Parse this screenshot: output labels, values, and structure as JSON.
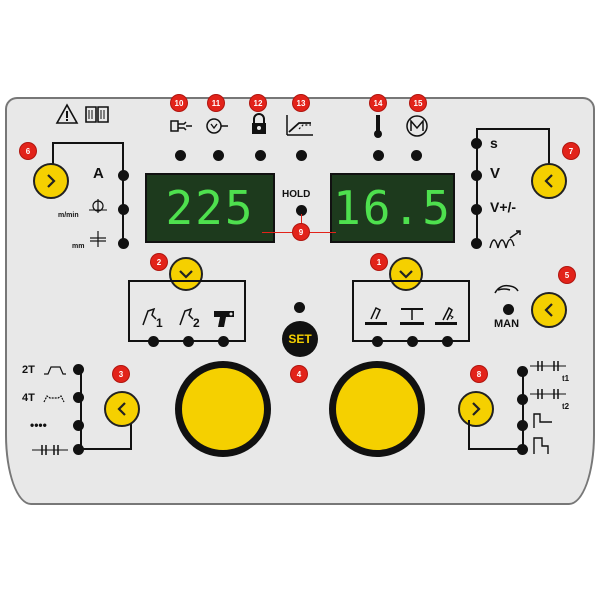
{
  "displays": {
    "left_value": "225",
    "right_value": "16.5",
    "hold_label": "HOLD"
  },
  "left_units": {
    "amps": "A",
    "wire_speed": "m/min",
    "thickness": "mm"
  },
  "right_units": {
    "seconds": "s",
    "volts": "V",
    "volts_trim": "V+/-"
  },
  "set_label": "SET",
  "man_label": "MAN",
  "trigger_modes": {
    "two_t": "2T",
    "four_t": "4T",
    "dots": "••••"
  },
  "spot_labels": {
    "t1": "t1",
    "t2": "t2"
  },
  "callouts": [
    "1",
    "2",
    "3",
    "4",
    "5",
    "6",
    "7",
    "8",
    "9",
    "10",
    "11",
    "12",
    "13",
    "14",
    "15"
  ],
  "colors": {
    "panel": "#e8e8e8",
    "accent_yellow": "#f5d000",
    "callout_red": "#e2231a",
    "display_bg": "#1d3a1d",
    "display_text": "#4ee04e"
  }
}
